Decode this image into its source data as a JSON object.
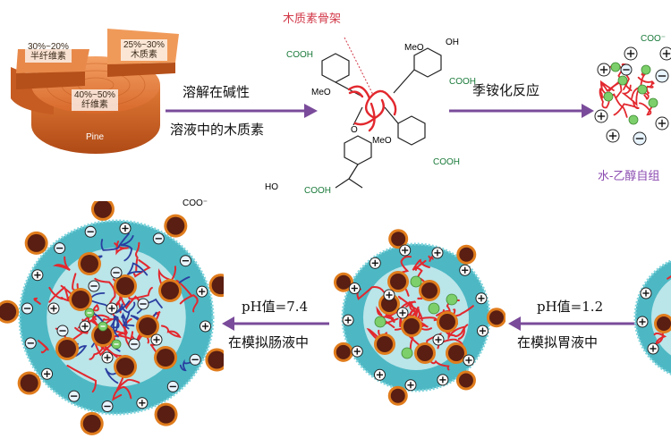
{
  "pie": {
    "label_cellulose": "40%~50%\n纤维素",
    "label_hemicellulose": "30%~20%\n半纤维素",
    "label_lignin": "25%~30%\n木质素",
    "label_pine": "Pine"
  },
  "step1": {
    "line1": "溶解在碱性",
    "line2": "溶液中的木质素"
  },
  "lignin_title": "木质素骨架",
  "step2": "季铵化反应",
  "chem": {
    "cooh": "COOH",
    "meo": "MeO",
    "ho": "HO"
  },
  "selfassembly": "水-乙醇自组",
  "coo_label": "COO⁻",
  "intestine": {
    "ph": "pH值=7.4",
    "env": "在模拟肠液中"
  },
  "stomach": {
    "ph": "pH值=1.2",
    "env": "在模拟胃液中"
  },
  "colors": {
    "arrow": "#7a4b9a",
    "shell": "#4db8c4",
    "particle": "#5a1e12",
    "particle_ring": "#e07c1c",
    "green_ball": "#7ccf6a",
    "network_red": "#e2282e",
    "network_blue": "#2a3ea0"
  }
}
